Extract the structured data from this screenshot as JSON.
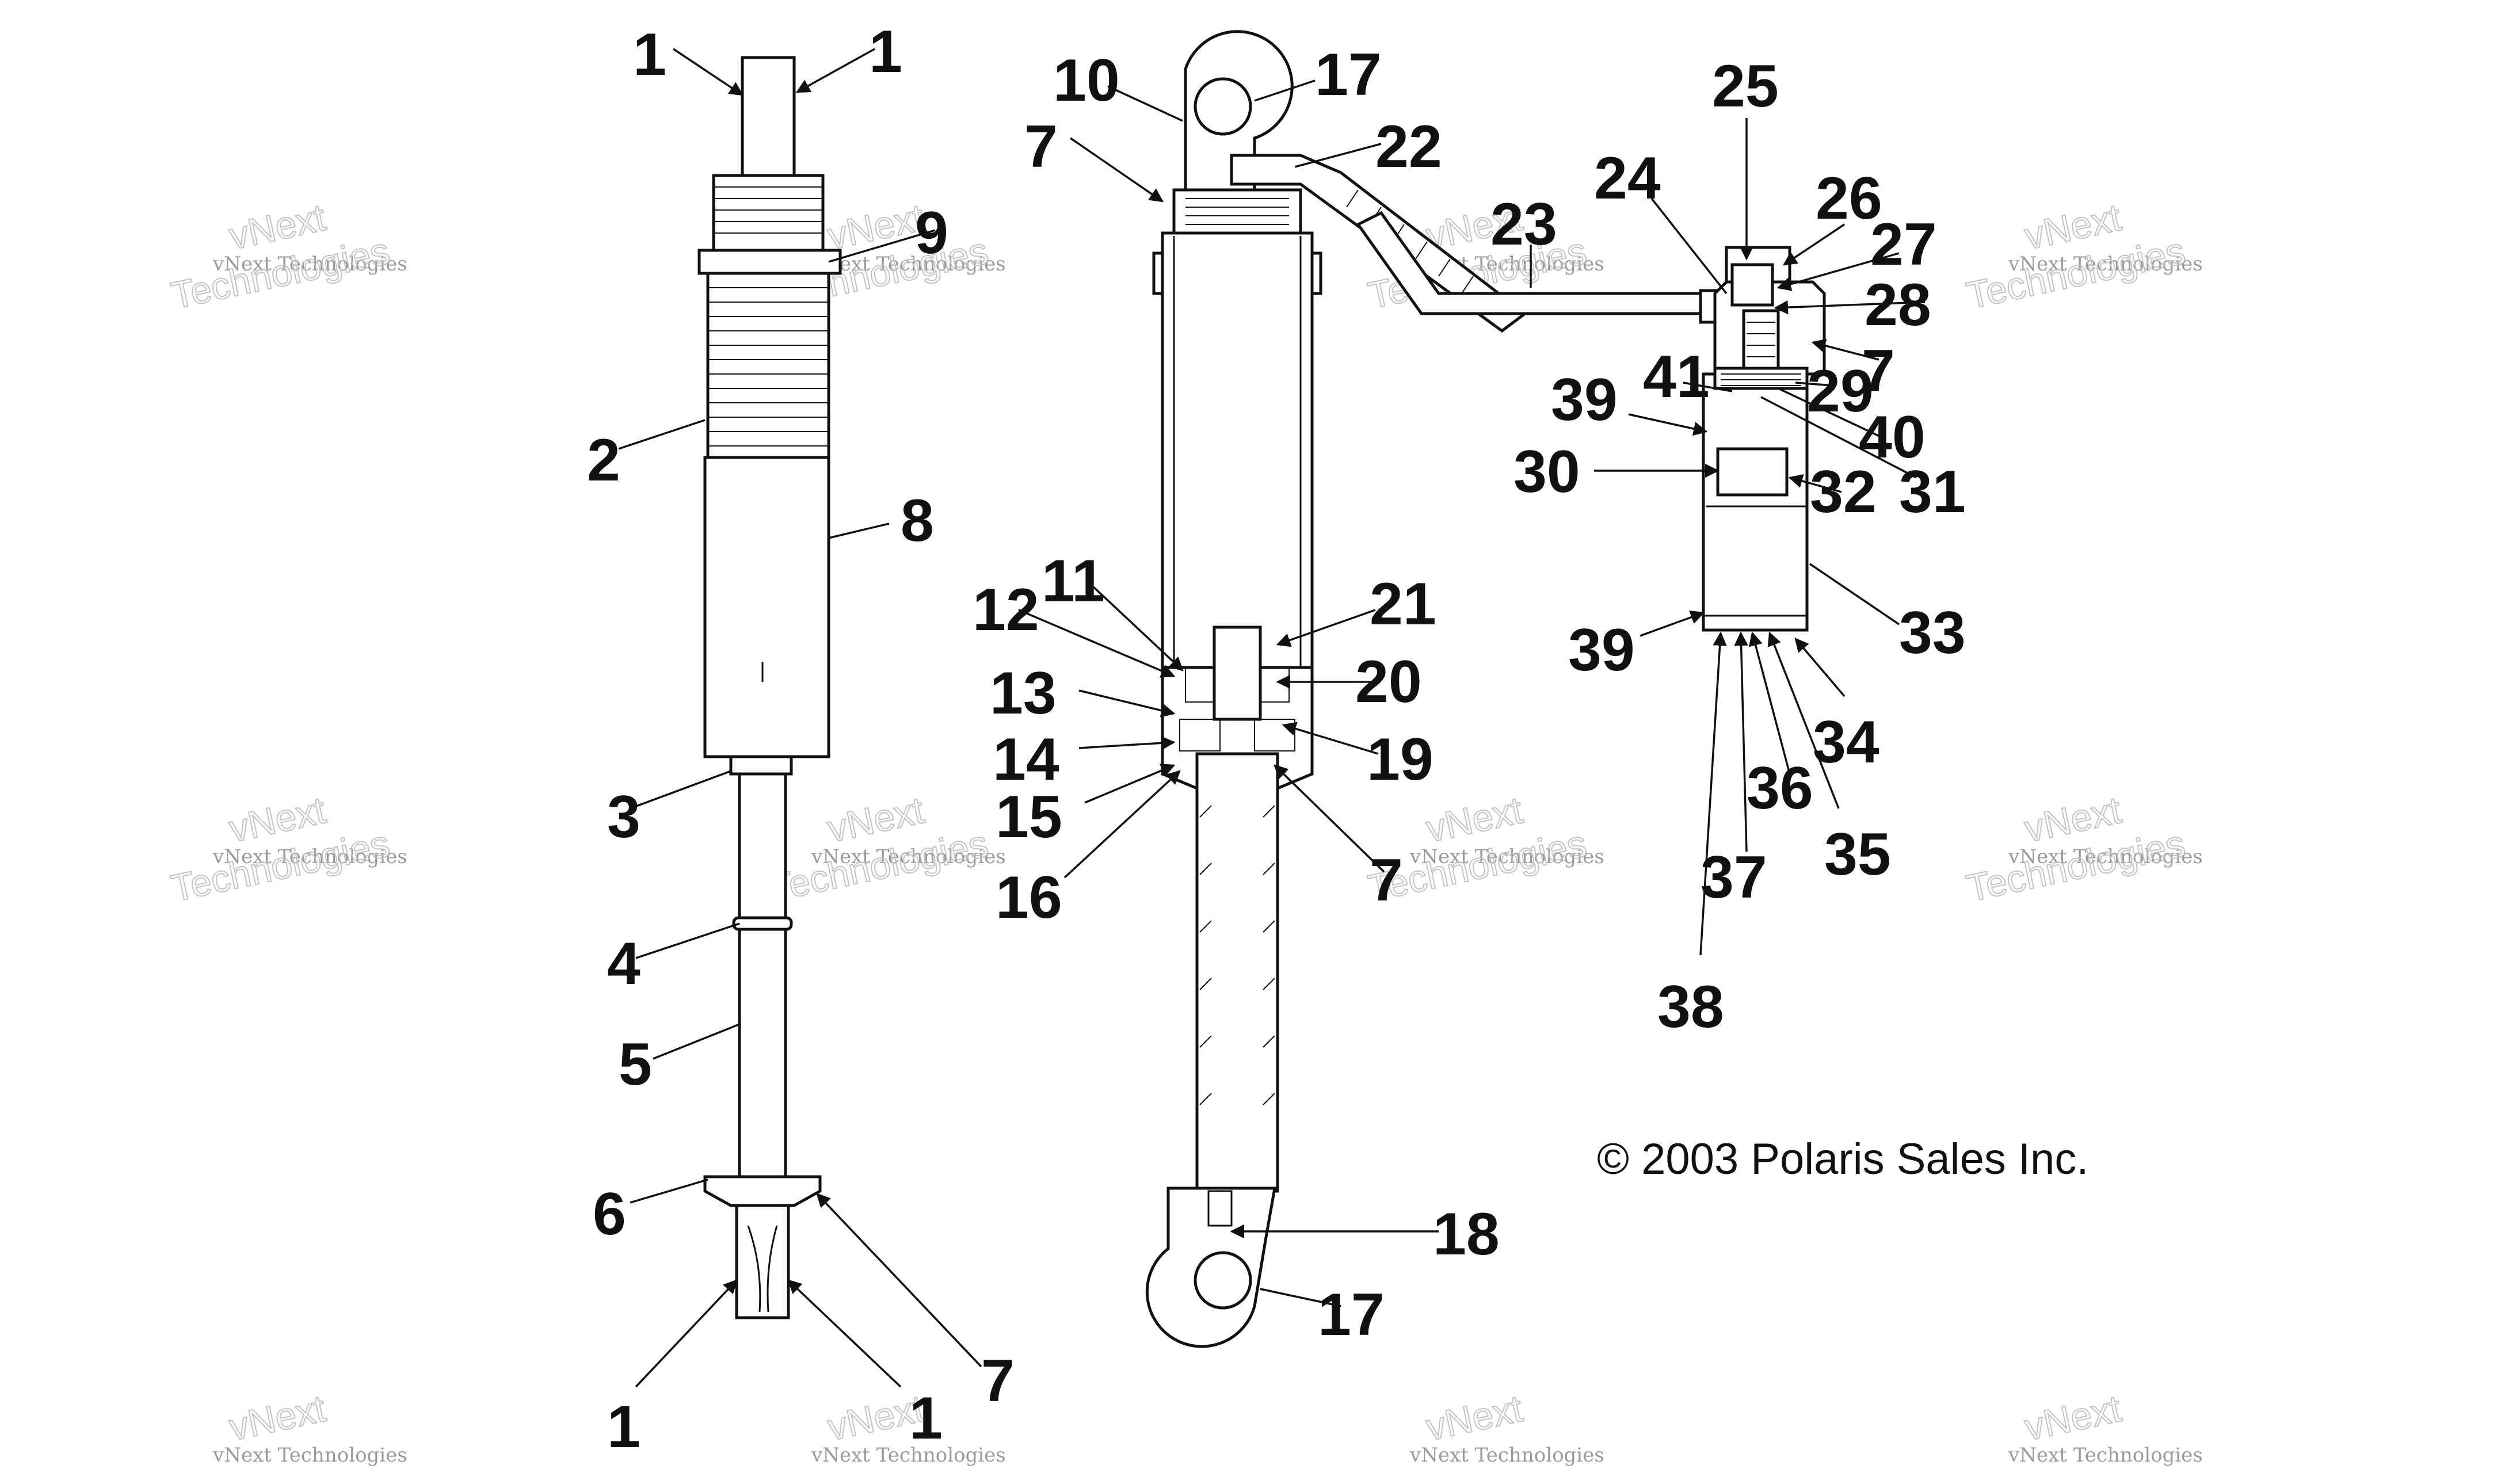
{
  "callouts": [
    "1",
    "1",
    "9",
    "2",
    "8",
    "3",
    "4",
    "5",
    "6",
    "1",
    "1",
    "7",
    "10",
    "17",
    "7",
    "22",
    "23",
    "11",
    "12",
    "21",
    "13",
    "20",
    "14",
    "19",
    "15",
    "16",
    "7",
    "18",
    "17",
    "25",
    "24",
    "26",
    "27",
    "28",
    "7",
    "41",
    "39",
    "29",
    "30",
    "40",
    "31",
    "32",
    "33",
    "39",
    "34",
    "36",
    "35",
    "37",
    "38"
  ],
  "copyright": "© 2003 Polaris Sales Inc.",
  "watermark": {
    "small": "vNext Technologies",
    "big_line1": "vNext",
    "big_line2": "Technologies"
  },
  "icons": {
    "left_assembly": "shock-absorber-exterior-icon",
    "center_assembly": "shock-absorber-cutaway-icon",
    "right_assembly": "reservoir-cutaway-icon"
  },
  "colors": {
    "ink": "#111111",
    "watermark": "#9a9a9a",
    "background": "#ffffff"
  }
}
